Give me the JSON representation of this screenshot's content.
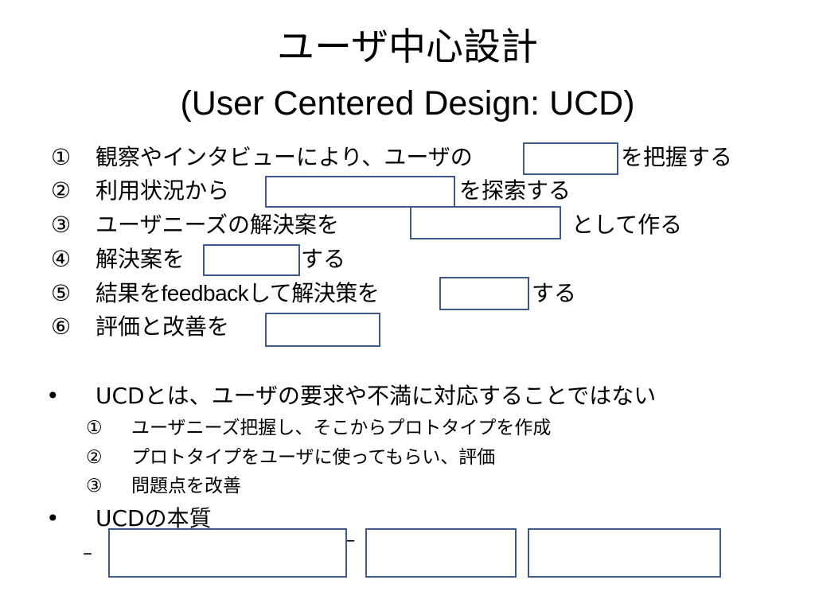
{
  "title": {
    "line1": "ユーザ中心設計",
    "line2": "(User Centered Design: UCD)"
  },
  "steps": [
    {
      "num": "①",
      "before": "観察やインタビューにより、ユーザの",
      "after": "を把握する"
    },
    {
      "num": "②",
      "before": "利用状況から",
      "after": "を探索する"
    },
    {
      "num": "③",
      "before": "ユーザニーズの解決案を",
      "after": "として作る"
    },
    {
      "num": "④",
      "before": "解決案を",
      "after": "する"
    },
    {
      "num": "⑤",
      "before": "結果をfeedbackして解決策を",
      "after": "する"
    },
    {
      "num": "⑥",
      "before": "評価と改善を",
      "after": ""
    }
  ],
  "bullets": [
    {
      "marker": "•",
      "text": "UCDとは、ユーザの要求や不満に対応することではない"
    },
    {
      "marker": "•",
      "text": "UCDの本質"
    }
  ],
  "sub_items": [
    {
      "num": "①",
      "text": "ユーザニーズ把握し、そこからプロトタイプを作成"
    },
    {
      "num": "②",
      "text": "プロトタイプをユーザに使ってもらい、評価"
    },
    {
      "num": "③",
      "text": "問題点を改善"
    }
  ],
  "essence": {
    "dash": "–",
    "partial_glyph": "ー"
  },
  "colors": {
    "blank_border": "#3f5a8a"
  }
}
